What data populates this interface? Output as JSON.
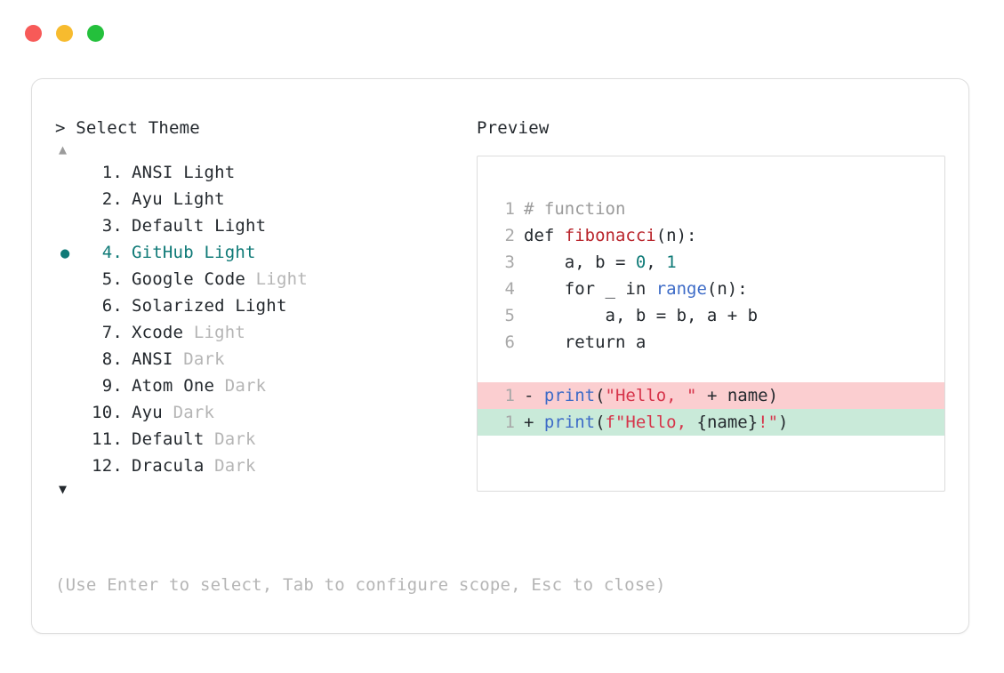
{
  "window": {
    "dots": [
      {
        "name": "close",
        "color": "#f75a58"
      },
      {
        "name": "minimize",
        "color": "#f7bb2e"
      },
      {
        "name": "maximize",
        "color": "#24c03c"
      }
    ]
  },
  "selector": {
    "prompt": "> Select Theme",
    "scroll_up": "▲",
    "scroll_down": "▼",
    "selected_index": 4,
    "selected_bullet": "●",
    "accent_color": "#0f7a77",
    "items": [
      {
        "index": "1.",
        "name": "ANSI",
        "variant": "Light",
        "variant_muted": false,
        "selected": false
      },
      {
        "index": "2.",
        "name": "Ayu",
        "variant": "Light",
        "variant_muted": false,
        "selected": false
      },
      {
        "index": "3.",
        "name": "Default",
        "variant": "Light",
        "variant_muted": false,
        "selected": false
      },
      {
        "index": "4.",
        "name": "GitHub",
        "variant": "Light",
        "variant_muted": false,
        "selected": true
      },
      {
        "index": "5.",
        "name": "Google Code",
        "variant": "Light",
        "variant_muted": true,
        "selected": false
      },
      {
        "index": "6.",
        "name": "Solarized",
        "variant": "Light",
        "variant_muted": false,
        "selected": false
      },
      {
        "index": "7.",
        "name": "Xcode",
        "variant": "Light",
        "variant_muted": true,
        "selected": false
      },
      {
        "index": "8.",
        "name": "ANSI",
        "variant": "Dark",
        "variant_muted": true,
        "selected": false
      },
      {
        "index": "9.",
        "name": "Atom One",
        "variant": "Dark",
        "variant_muted": true,
        "selected": false
      },
      {
        "index": "10.",
        "name": "Ayu",
        "variant": "Dark",
        "variant_muted": true,
        "selected": false
      },
      {
        "index": "11.",
        "name": "Default",
        "variant": "Dark",
        "variant_muted": true,
        "selected": false
      },
      {
        "index": "12.",
        "name": "Dracula",
        "variant": "Dark",
        "variant_muted": true,
        "selected": false
      }
    ]
  },
  "preview": {
    "title": "Preview",
    "code_lines": [
      {
        "ln": "1",
        "tokens": [
          {
            "t": "# function",
            "c": "t-comment"
          }
        ]
      },
      {
        "ln": "2",
        "tokens": [
          {
            "t": "def ",
            "c": "t-keyword"
          },
          {
            "t": "fibonacci",
            "c": "t-func"
          },
          {
            "t": "(n):",
            "c": "t-plain"
          }
        ]
      },
      {
        "ln": "3",
        "tokens": [
          {
            "t": "    a, b = ",
            "c": "t-plain"
          },
          {
            "t": "0",
            "c": "t-number"
          },
          {
            "t": ", ",
            "c": "t-plain"
          },
          {
            "t": "1",
            "c": "t-number"
          }
        ]
      },
      {
        "ln": "4",
        "tokens": [
          {
            "t": "    for _ in ",
            "c": "t-plain"
          },
          {
            "t": "range",
            "c": "t-builtin"
          },
          {
            "t": "(n):",
            "c": "t-plain"
          }
        ]
      },
      {
        "ln": "5",
        "tokens": [
          {
            "t": "        a, b = b, a + b",
            "c": "t-plain"
          }
        ]
      },
      {
        "ln": "6",
        "tokens": [
          {
            "t": "    return a",
            "c": "t-plain"
          }
        ]
      }
    ],
    "diff_lines": [
      {
        "ln": "1",
        "sign": "-",
        "kind": "removed",
        "tokens": [
          {
            "t": "print",
            "c": "t-builtin"
          },
          {
            "t": "(",
            "c": "t-plain"
          },
          {
            "t": "\"Hello, \"",
            "c": "t-string"
          },
          {
            "t": " + name)",
            "c": "t-plain"
          }
        ]
      },
      {
        "ln": "1",
        "sign": "+",
        "kind": "added",
        "tokens": [
          {
            "t": "print",
            "c": "t-builtin"
          },
          {
            "t": "(",
            "c": "t-plain"
          },
          {
            "t": "f\"Hello, ",
            "c": "t-string"
          },
          {
            "t": "{name}",
            "c": "t-plain"
          },
          {
            "t": "!\"",
            "c": "t-string"
          },
          {
            "t": ")",
            "c": "t-plain"
          }
        ]
      }
    ],
    "diff_colors": {
      "removed_bg": "#fbced0",
      "added_bg": "#c9ead9"
    }
  },
  "footer": {
    "hint": "(Use Enter to select, Tab to configure scope, Esc to close)"
  }
}
